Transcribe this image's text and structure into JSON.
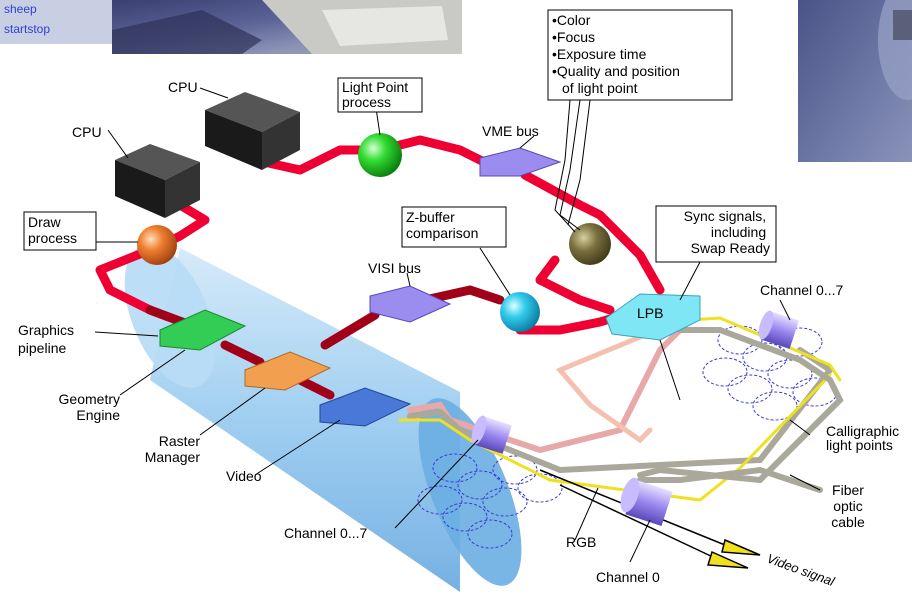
{
  "menu": {
    "items": [
      {
        "label": "sheep"
      },
      {
        "label": "startstop"
      }
    ]
  },
  "labels": {
    "cpu_top": "CPU",
    "cpu_left": "CPU",
    "light_point_process": [
      "Light Point",
      "process"
    ],
    "vme_bus": "VME bus",
    "attributes": [
      "•Color",
      "•Focus",
      "•Exposure time",
      "•Quality and position",
      "of light point"
    ],
    "draw_process": [
      "Draw",
      "process"
    ],
    "z_buffer": [
      "Z-buffer",
      "comparison"
    ],
    "visi_bus": "VISI bus",
    "sync_signals": [
      "Sync signals,",
      "including",
      "Swap Ready"
    ],
    "lpb": "LPB",
    "channel_right": "Channel 0...7",
    "graphics_pipeline": [
      "Graphics",
      "pipeline"
    ],
    "geometry_engine": [
      "Geometry",
      "Engine"
    ],
    "raster_manager": [
      "Raster",
      "Manager"
    ],
    "video": "Video",
    "calligraphic": [
      "Calligraphic",
      "light points"
    ],
    "fiber_optic": [
      "Fiber",
      "optic",
      "cable"
    ],
    "channel_bottom": "Channel 0...7",
    "rgb": "RGB",
    "channel_0": "Channel 0",
    "video_signal": "Video signal"
  },
  "colors": {
    "bus_red": "#ee0033",
    "cylinder_blue": "#8fc6ee",
    "geometry_green": "#33cc55",
    "raster_orange": "#f2a050",
    "video_blue": "#4a78d8",
    "bus_chip_purple": "#9b8cf0",
    "lpb_cyan": "#7ee6f4",
    "light_point_ball": "#33dd33",
    "draw_ball": "#f08030",
    "z_ball": "#33ccee",
    "olive_ball": "#7a7040",
    "fiber_yellow": "#f0e020",
    "menu_bg": "#c8cfe3",
    "menu_text": "#2c3fd0"
  }
}
